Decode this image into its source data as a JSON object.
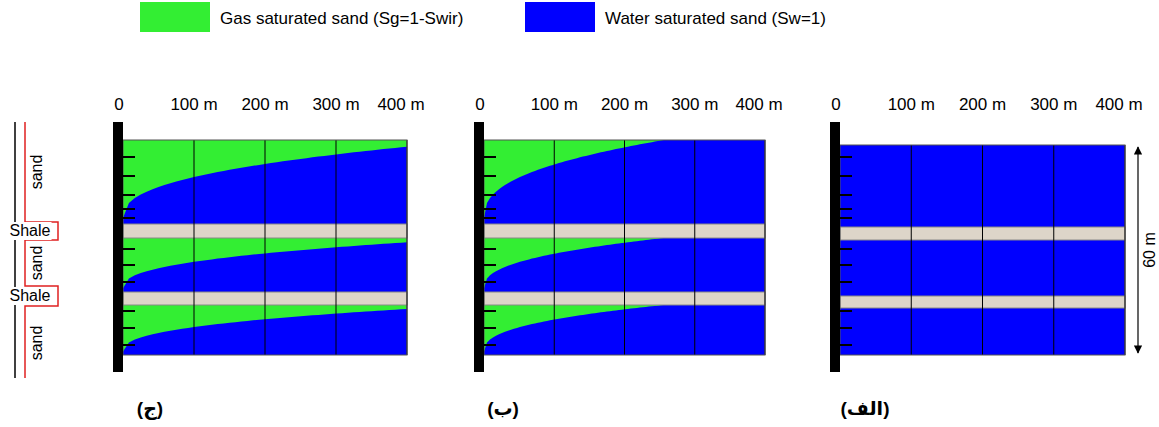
{
  "diagram": {
    "labels": [
      "0",
      "100 m",
      "200 m",
      "300 m",
      "400 m",
      "0",
      "100 m",
      "200 m",
      "300 m",
      "400 m",
      "0",
      "100 m",
      "200 m",
      "300 m",
      "400 m",
      "sand",
      "Shale",
      "sand",
      "Shale",
      "sand",
      "60 m",
      "(ج)",
      "(ب)",
      "(الف)"
    ],
    "legend": [
      {
        "text": "Gas saturated sand (Sg=1-Swir)",
        "color": "#33ee33"
      },
      {
        "text": "Water saturated sand (Sw=1)",
        "color": "#0000ff"
      }
    ]
  }
}
